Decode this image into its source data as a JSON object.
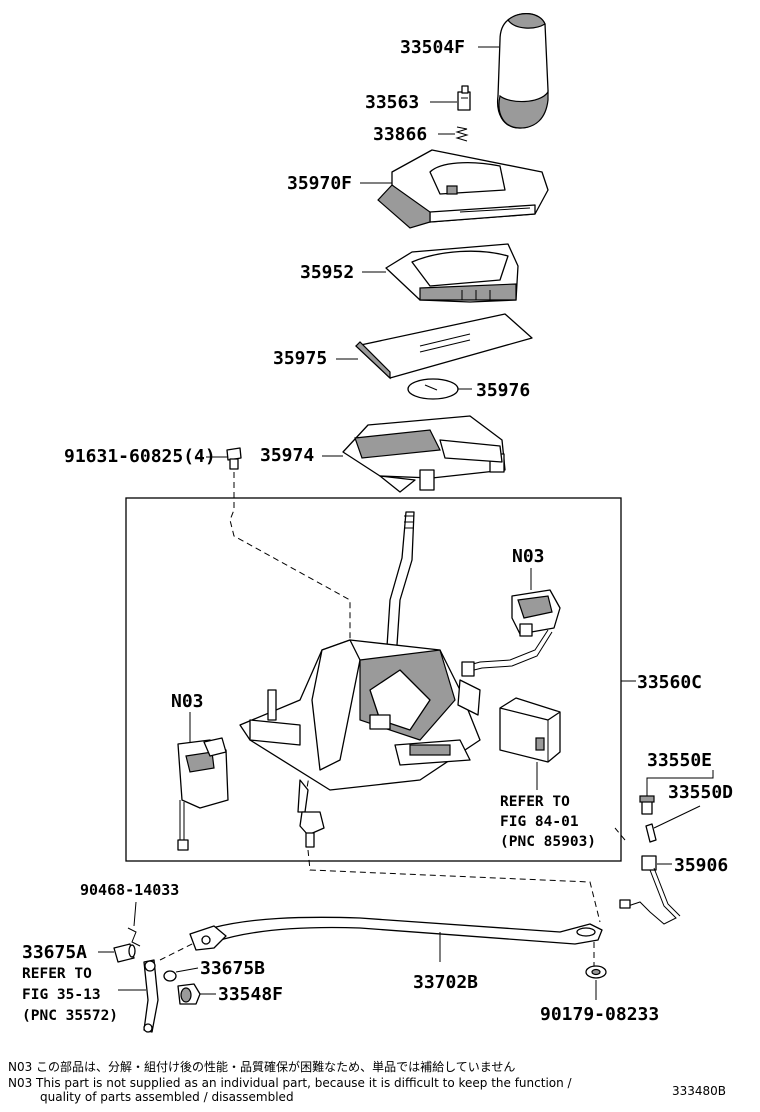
{
  "callouts": {
    "p33504F": "33504F",
    "p33563": "33563",
    "p33866": "33866",
    "p35970F": "35970F",
    "p35952": "35952",
    "p35975": "35975",
    "p35976": "35976",
    "p91631": "91631-60825(4)",
    "p35974": "35974",
    "p33560C": "33560C",
    "p33550E": "33550E",
    "p33550D": "33550D",
    "p35906": "35906",
    "p90468": "90468-14033",
    "p33675A": "33675A",
    "p33675B": "33675B",
    "p33548F": "33548F",
    "p33702B": "33702B",
    "p90179": "90179-08233",
    "n03_top": "N03",
    "n03_left": "N03"
  },
  "references": {
    "fig84": [
      "REFER TO",
      "FIG 84-01",
      "(PNC 85903)"
    ],
    "fig35": [
      "REFER TO",
      "FIG 35-13",
      "(PNC 35572)"
    ]
  },
  "notes": {
    "jp": "N03  この部品は、分解・組付け後の性能・品質確保が困難なため、単品では補給していません",
    "en1": "N03  This part is not supplied as an individual part, because it is difficult to keep the function /",
    "en2": "quality of parts  assembled / disassembled"
  },
  "diagram_id": "333480B"
}
